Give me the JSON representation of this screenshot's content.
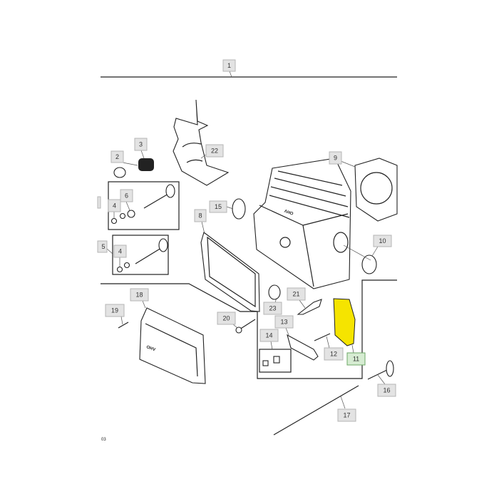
{
  "diagram": {
    "callouts": [
      {
        "id": "1",
        "label": "1"
      },
      {
        "id": "2",
        "label": "2"
      },
      {
        "id": "3",
        "label": "3"
      },
      {
        "id": "4a",
        "label": "4"
      },
      {
        "id": "4b",
        "label": "4"
      },
      {
        "id": "5",
        "label": "5"
      },
      {
        "id": "6",
        "label": "6"
      },
      {
        "id": "8",
        "label": "8"
      },
      {
        "id": "9",
        "label": "9"
      },
      {
        "id": "10",
        "label": "10"
      },
      {
        "id": "11",
        "label": "11",
        "selected": true
      },
      {
        "id": "12",
        "label": "12"
      },
      {
        "id": "13",
        "label": "13"
      },
      {
        "id": "14",
        "label": "14"
      },
      {
        "id": "15",
        "label": "15"
      },
      {
        "id": "16",
        "label": "16"
      },
      {
        "id": "17",
        "label": "17"
      },
      {
        "id": "18",
        "label": "18"
      },
      {
        "id": "19",
        "label": "19"
      },
      {
        "id": "20",
        "label": "20"
      },
      {
        "id": "21",
        "label": "21"
      },
      {
        "id": "22",
        "label": "22"
      },
      {
        "id": "23",
        "label": "23"
      }
    ],
    "cover_logo_text": "OHV",
    "head_logo_text": "OHV",
    "figure_code": "03",
    "colors": {
      "highlight": "#f5e400",
      "selected_callout": "#d6ecd2",
      "callout": "#e3e3e3"
    }
  }
}
